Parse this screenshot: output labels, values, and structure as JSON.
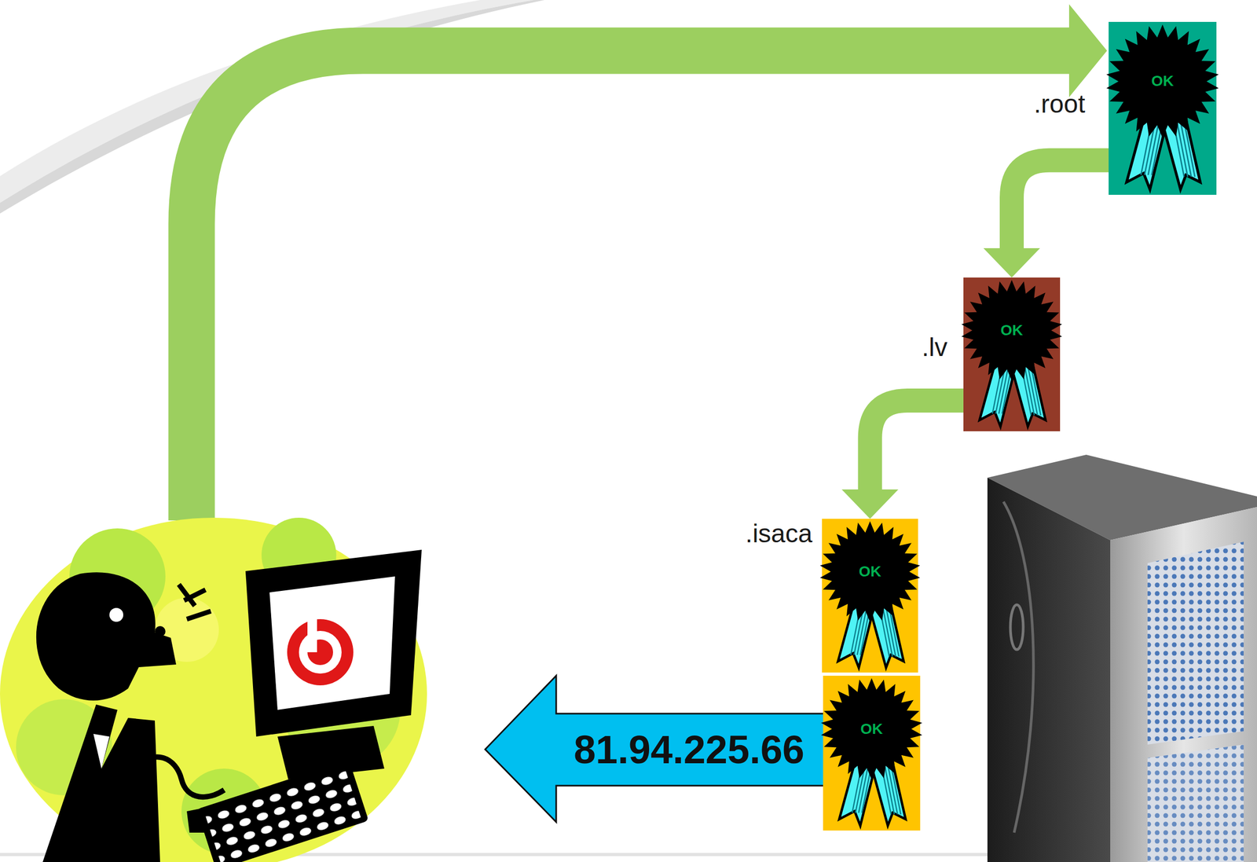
{
  "diagram": {
    "nodes": [
      {
        "text": [
          ".root",
          "OK"
        ]
      },
      {
        "text": [
          ".lv",
          "OK"
        ]
      },
      {
        "text": [
          ".isaca",
          "OK"
        ]
      },
      {
        "text": [
          "OK"
        ]
      }
    ],
    "edges": [
      {
        "from": 0,
        "to": 1,
        "arrow": "to"
      },
      {
        "from": 1,
        "to": 2,
        "arrow": "to"
      }
    ],
    "labels": [
      "81.94.225.66"
    ]
  }
}
